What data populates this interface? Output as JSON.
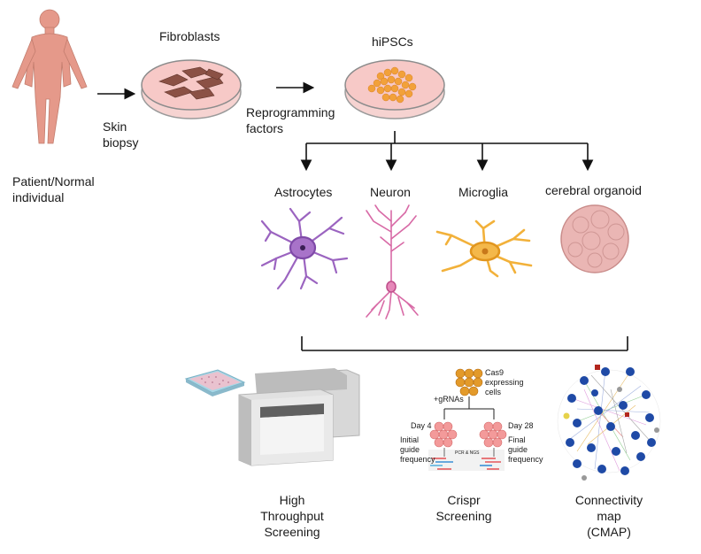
{
  "stage1": {
    "patient_label": "Patient/Normal\nindividual",
    "biopsy_label": "Skin\nbiopsy",
    "fibroblasts_label": "Fibroblasts",
    "reprogramming_label": "Reprogramming\nfactors",
    "hipsc_label": "hiPSCs"
  },
  "cell_types": {
    "astrocytes": "Astrocytes",
    "neuron": "Neuron",
    "microglia": "Microglia",
    "organoid": "cerebral organoid"
  },
  "screens": {
    "hts": "High\nThroughput\nScreening",
    "crispr": "Crispr\nScreening",
    "cmap": "Connectivity\nmap\n(CMAP)"
  },
  "crispr_panel": {
    "cas9": "Cas9\nexpressing\ncells",
    "grnas": "+gRNAs",
    "day4": "Day 4",
    "day28": "Day 28",
    "initial": "Initial\nguide\nfrequency",
    "final": "Final\nguide\nfrequency",
    "pcr": "PCR & NGS"
  },
  "colors": {
    "skin": "#e9a08c",
    "dish": "#f4c4c2",
    "astro": "#9b64c0",
    "neuron": "#d86aa6",
    "microglia": "#f2b13a",
    "organoid": "#e9b4b3",
    "network_node": "#1f4aa6"
  }
}
